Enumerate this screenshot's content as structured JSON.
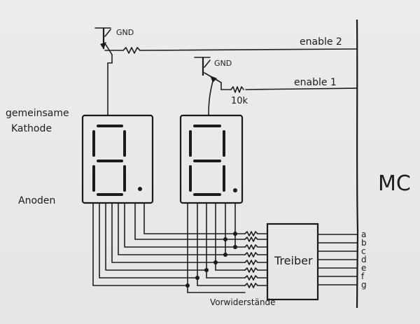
{
  "labels": {
    "gnd_2": "GND",
    "gnd_1": "GND",
    "enable_2": "enable 2",
    "enable_1": "enable 1",
    "resistor_value": "10k",
    "cathode_line1": "gemeinsame",
    "cathode_line2": "Kathode",
    "anodes": "Anoden",
    "mc": "MC",
    "driver": "Treiber",
    "series_resistors": "Vorwiderstände"
  },
  "mc_pins": [
    "a",
    "b",
    "c",
    "d",
    "e",
    "f",
    "g"
  ],
  "colors": {
    "ink": "#1a1a1a",
    "paper": "#e9e9ea"
  }
}
